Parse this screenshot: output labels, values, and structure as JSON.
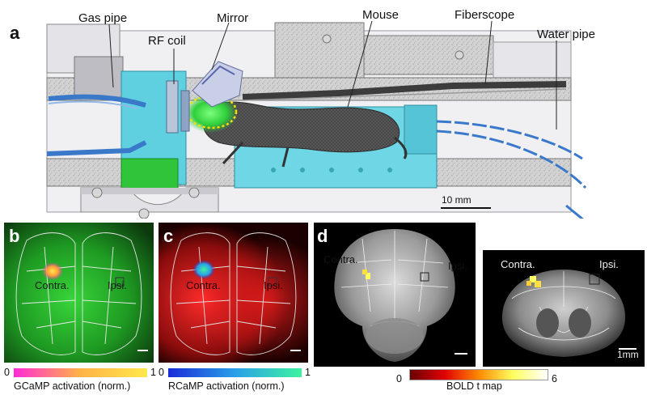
{
  "panel_a": {
    "letter": "a",
    "labels": {
      "gas_pipe": "Gas pipe",
      "rf_coil": "RF coil",
      "mirror": "Mirror",
      "mouse": "Mouse",
      "fiberscope": "Fiberscope",
      "water_pipe": "Water pipe"
    },
    "scale_bar": "10 mm"
  },
  "panel_b": {
    "letter": "b",
    "contra": "Contra.",
    "ipsi": "Ipsi.",
    "colorbar": {
      "min": "0",
      "max": "1",
      "label": "GCaMP activation (norm.)",
      "colors": [
        "#ff2bd6",
        "#ffb347",
        "#ffe84a"
      ]
    }
  },
  "panel_c": {
    "letter": "c",
    "contra": "Contra.",
    "ipsi": "Ipsi.",
    "colorbar": {
      "min": "0",
      "max": "1",
      "label": "RCaMP activation (norm.)",
      "colors": [
        "#1a2bd8",
        "#2aa0e8",
        "#3ef2a0"
      ]
    }
  },
  "panel_d": {
    "letter": "d",
    "left": {
      "contra": "Contra.",
      "ipsi": "Ipsi."
    },
    "right": {
      "contra": "Contra.",
      "ipsi": "Ipsi.",
      "scale_bar": "1mm"
    },
    "colorbar": {
      "min": "0",
      "max": "6",
      "label": "BOLD  t map",
      "colors": [
        "#6a0000",
        "#e00000",
        "#ff8a00",
        "#ffff60",
        "#ffffff"
      ]
    }
  }
}
